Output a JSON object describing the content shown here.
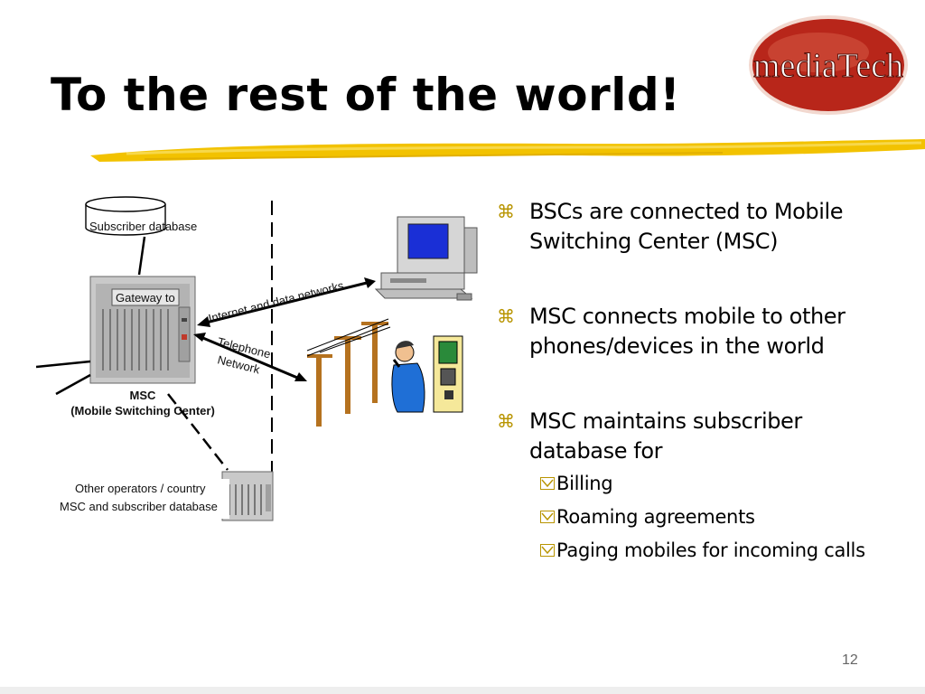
{
  "title": "To the rest of the world!",
  "logo_text": "mediaTech",
  "diagram": {
    "subscriber_db": "Subscriber database",
    "gateway": "Gateway to",
    "msc_title": "MSC",
    "msc_subtitle": "(Mobile Switching Center)",
    "internet": "Internet and data networks",
    "telephone_1": "Telephone",
    "telephone_2": "Network",
    "other_ops_1": "Other operators / country",
    "other_ops_2": "MSC and subscriber database"
  },
  "bullets": [
    {
      "text": "BSCs are connected to Mobile Switching Center (MSC)"
    },
    {
      "text": "MSC connects mobile to other phones/devices in the world"
    },
    {
      "text": "MSC maintains subscriber database for"
    }
  ],
  "sub_bullets": [
    {
      "text": "Billing"
    },
    {
      "text": "Roaming agreements"
    },
    {
      "text": "Paging mobiles for incoming calls"
    }
  ],
  "page_number": "12",
  "colors": {
    "logo_red": "#b8261a",
    "brush_yellow": "#f2c200",
    "bullet_gold": "#b89400"
  }
}
